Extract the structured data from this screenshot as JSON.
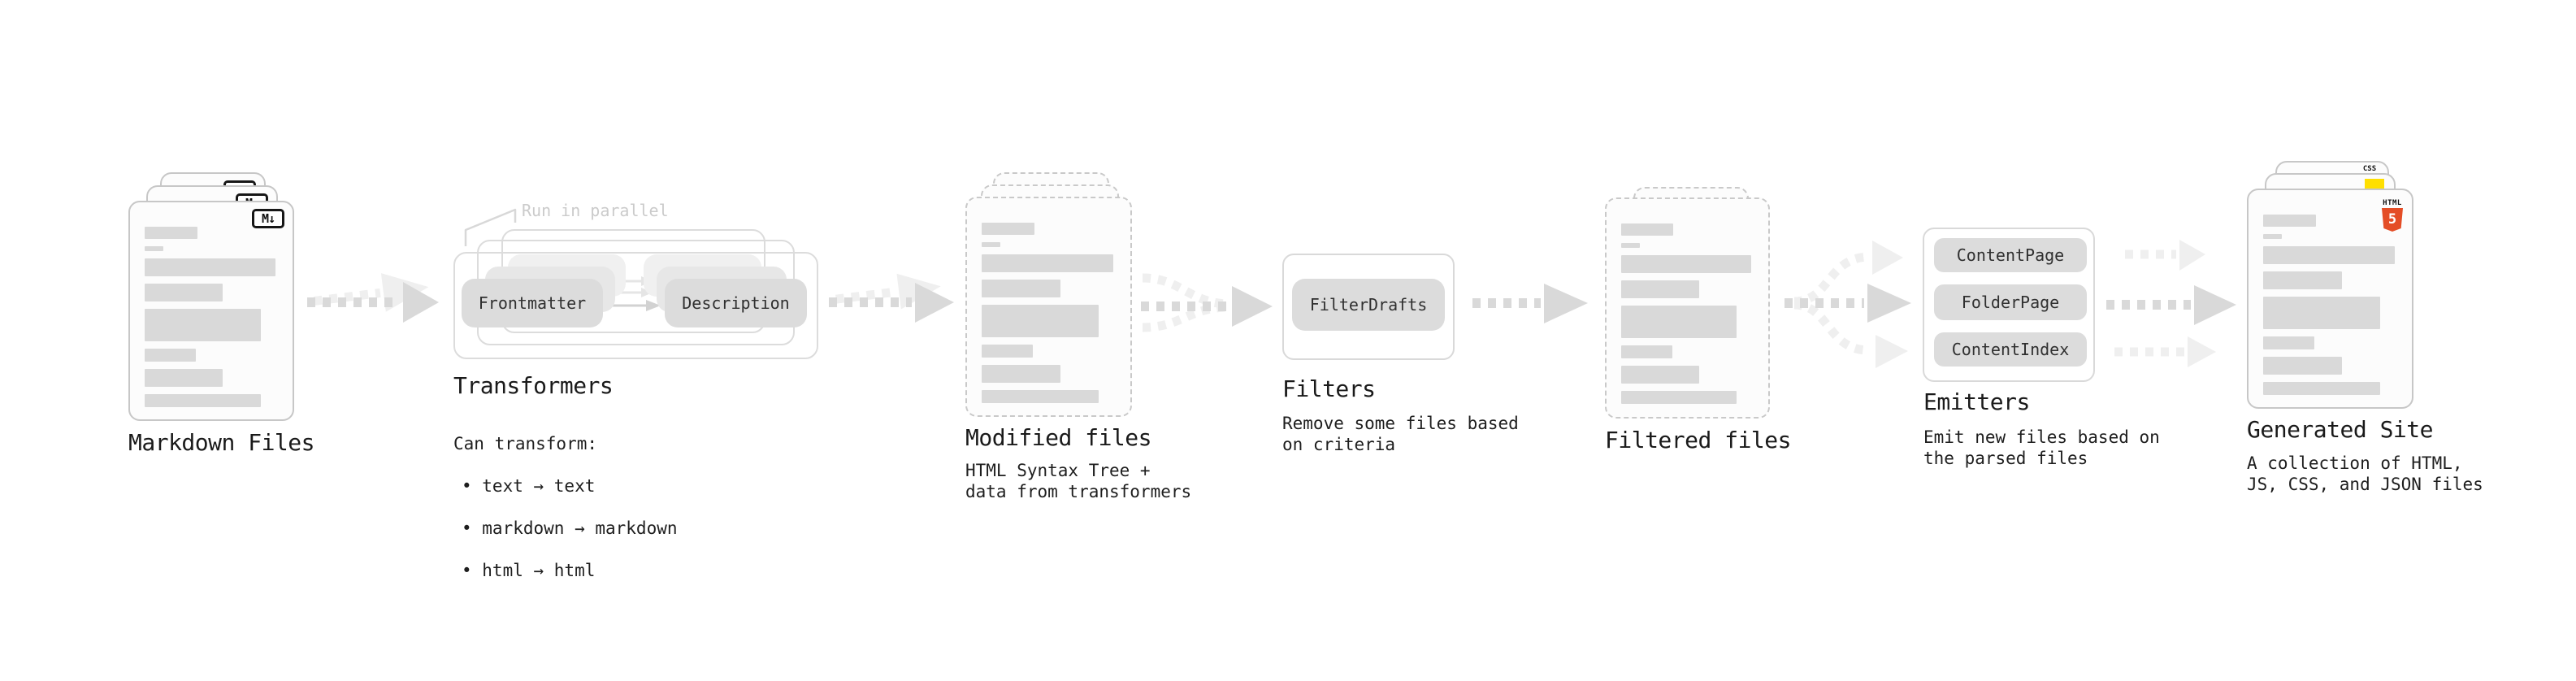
{
  "markdown_files": {
    "label": "Markdown Files",
    "badge": "M↓"
  },
  "transformers": {
    "label": "Transformers",
    "callout": "Run in parallel",
    "pills": [
      "Frontmatter",
      "Description"
    ],
    "notes_title": "Can transform:",
    "notes": [
      "• text → text",
      "• markdown → markdown",
      "• html → html"
    ]
  },
  "modified_files": {
    "label": "Modified files",
    "description": "HTML Syntax Tree +\ndata from transformers"
  },
  "filters": {
    "label": "Filters",
    "pill": "FilterDrafts",
    "description": "Remove some files based\non criteria"
  },
  "filtered_files": {
    "label": "Filtered files"
  },
  "emitters": {
    "label": "Emitters",
    "pills": [
      "ContentPage",
      "FolderPage",
      "ContentIndex"
    ],
    "description": "Emit new files based on\nthe parsed files"
  },
  "generated_site": {
    "label": "Generated Site",
    "description": "A collection of HTML,\nJS, CSS, and JSON files",
    "css_badge": "CSS",
    "html_badge_label": "HTML",
    "html_badge_number": "5"
  },
  "colors": {
    "html5_orange": "#e44d26",
    "js_yellow": "#ffdf00",
    "css_blue": "#2d66f4",
    "bar_gray": "#d9d9d9",
    "arrow_gray": "#d9d9d9",
    "arrow_light": "#efefef",
    "text_dark": "#1a1a1a",
    "callout_gray": "#cbcbcb"
  }
}
